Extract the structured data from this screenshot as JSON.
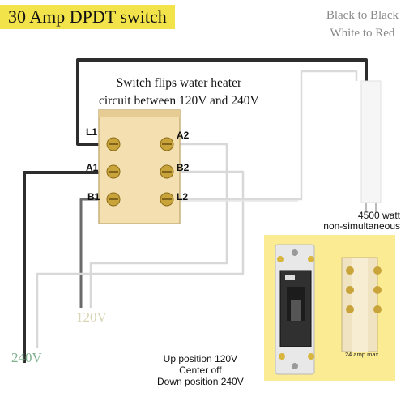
{
  "title": "30 Amp DPDT switch",
  "notes": {
    "line1": "Black to Black",
    "line2": "White to Red"
  },
  "caption": {
    "line1": "Switch flips water heater",
    "line2": "circuit between 120V and 240V"
  },
  "terminals": {
    "l1": "L1",
    "a1": "A1",
    "b1": "B1",
    "a2": "A2",
    "b2": "B2",
    "l2": "L2"
  },
  "supply": {
    "v120": "120V",
    "v240": "240V"
  },
  "heater": {
    "watts": "4500 watt",
    "mode": "non-simultaneous"
  },
  "positions": {
    "up": "Up position 120V",
    "center": "Center off",
    "down": "Down position 240V"
  },
  "inset": {
    "amp_max": "24 amp max"
  },
  "colors": {
    "title_bg": "#f2e34a",
    "inset_bg": "#fbeb93",
    "switch_body": "#f3dfb0",
    "screw": "#c9a43a"
  }
}
